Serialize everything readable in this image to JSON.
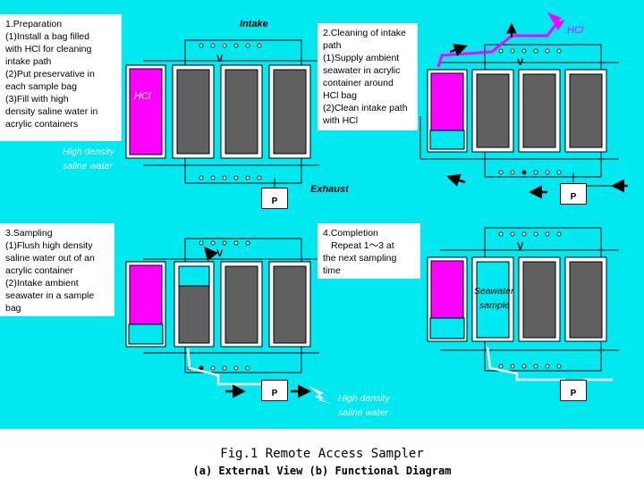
{
  "panels": {
    "preparation": {
      "lines": [
        "1.Preparation",
        "(1)Install a bag filled",
        "with HCl for cleaning",
        "intake path",
        "(2)Put preservative in",
        "each sample bag",
        "(3)Fill with high",
        "density saline water in",
        "acrylic containers"
      ],
      "labels": {
        "intake": "Intake",
        "hcl": "HCl",
        "high_density": "High density",
        "saline_water": "saline water",
        "exhaust": "Exhaust",
        "pump": "P",
        "valve": "V"
      }
    },
    "cleaning": {
      "lines": [
        "2.Cleaning of intake",
        "path",
        "(1)Supply ambient",
        "seawater in acrylic",
        "container around",
        "HCl bag",
        "(2)Clean intake path",
        "with HCl"
      ],
      "labels": {
        "hcl": "HCl",
        "pump": "P",
        "valve": "V"
      }
    },
    "sampling": {
      "lines": [
        "3.Sampling",
        "(1)Flush high density",
        "saline water out of an",
        "acrylic container",
        "(2)Intake ambient",
        "seawater in a sample",
        "bag"
      ],
      "labels": {
        "high_density": "High density",
        "saline_water": "saline water",
        "pump": "P",
        "valve": "V"
      }
    },
    "completion": {
      "lines": [
        "4.Completion",
        "Repeat 1〜3 at",
        "the next sampling",
        "time"
      ],
      "labels": {
        "seawater": "Seawater",
        "sample": "sample",
        "pump": "P",
        "valve": "V"
      }
    }
  },
  "caption": {
    "title": "Fig.1  Remote Access Sampler",
    "subtitle": "(a) External View  (b) Functional Diagram"
  },
  "colors": {
    "background": "#00e8f0",
    "hcl": "#ff00ff",
    "bag": "#606060",
    "seawater": "#00e8f0"
  }
}
